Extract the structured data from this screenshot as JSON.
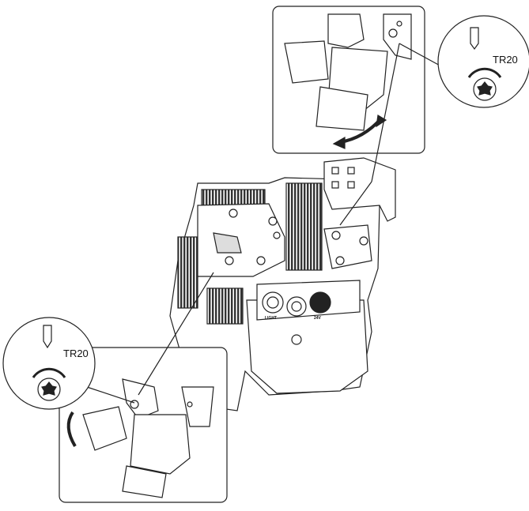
{
  "callouts": {
    "top_right": {
      "tool_label": "TR20"
    },
    "bottom_left": {
      "tool_label": "TR20"
    }
  },
  "connectors": {
    "light_label": "LIGHT",
    "power_label": "24V"
  },
  "colors": {
    "line": "#222222",
    "fill": "#ffffff",
    "shade": "#555555"
  }
}
